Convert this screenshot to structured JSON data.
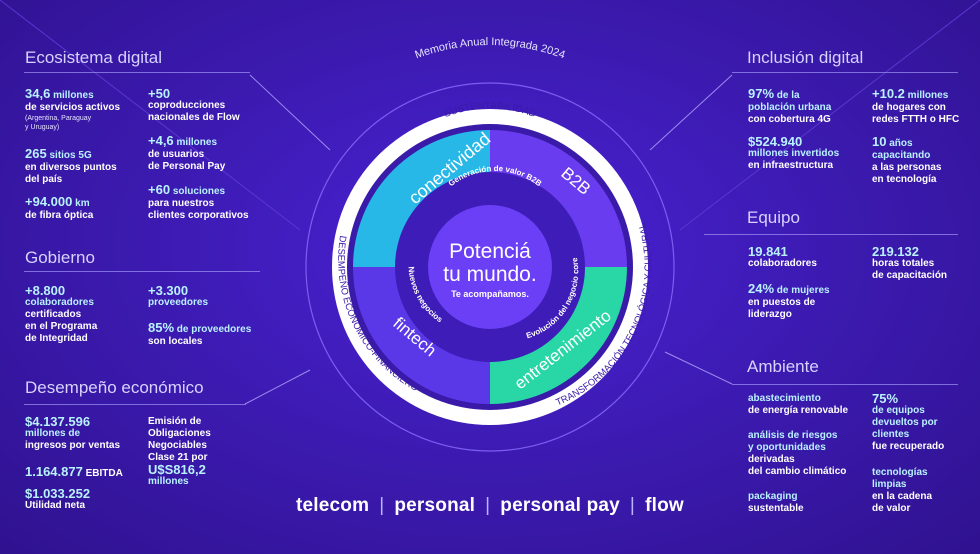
{
  "title": "Memoria Anual Integrada 2024",
  "center": {
    "line1": "Potenciá",
    "line2": "tu mundo.",
    "tagline": "Te acompañamos."
  },
  "quadrants": {
    "tl": "conectividad",
    "tr": "B2B",
    "bl": "fintech",
    "br": "entretenimiento"
  },
  "inner_ring": {
    "top": "Generación de valor B2B",
    "right": "Evolución del negocio core",
    "left": "Nuevos negocios"
  },
  "outer_ring": {
    "top": "SUSTENTABILIDAD",
    "left": "DESEMPEÑO ECONÓMICO-FINANCIERO",
    "right": "TRANSFORMACIÓN TECNOLÓGICA Y CULTURAL"
  },
  "sections": {
    "ecosistema": {
      "title": "Ecosistema digital",
      "a1": "34,6",
      "a1u": " millones",
      "a2": "de servicios activos",
      "a3": "(Argentina, Paraguay",
      "a4": "y Uruguay)",
      "b1": "265",
      "b1u": " sitios 5G",
      "b2": "en diversos puntos",
      "b3": "del país",
      "c1": "+94.000",
      "c1u": " km",
      "c2": "de fibra óptica",
      "d1": "+50",
      "d2": "coproducciones",
      "d3": "nacionales de Flow",
      "e1": "+4,6",
      "e1u": " millones",
      "e2": "de usuarios",
      "e3": "de Personal Pay",
      "f1": "+60",
      "f1u": " soluciones",
      "f2": "para nuestros",
      "f3": "clientes corporativos"
    },
    "gobierno": {
      "title": "Gobierno",
      "a1": "+8.800",
      "a2": "colaboradores",
      "a3": "certificados",
      "a4": "en el Programa",
      "a5": "de Integridad",
      "b1": "+3.300",
      "b2": "proveedores",
      "c1": "85%",
      "c1u": " de proveedores",
      "c2": "son locales"
    },
    "economico": {
      "title": "Desempeño económico",
      "a1": "$4.137.596",
      "a2": "millones de",
      "a3": "ingresos por ventas",
      "b1": "1.164.877",
      "b1u": " EBITDA",
      "c1": "$1.033.252",
      "c2": "Utilidad neta",
      "d1": "Emisión de",
      "d2": "Obligaciones",
      "d3": "Negociables",
      "d4": "Clase 21 por",
      "d5": "U$S816,2",
      "d6": "millones"
    },
    "inclusion": {
      "title": "Inclusión digital",
      "a1": "97%",
      "a1u": " de la",
      "a2": "población urbana",
      "a3": "con cobertura 4G",
      "b1": "$524.940",
      "b2": "millones invertidos",
      "b3": "en infraestructura",
      "c1": "+10.2",
      "c1u": " millones",
      "c2": "de hogares con",
      "c3": "redes FTTH o HFC",
      "d1": "10",
      "d1u": " años",
      "d2": "capacitando",
      "d3": "a las personas",
      "d4": "en tecnología"
    },
    "equipo": {
      "title": "Equipo",
      "a1": "19.841",
      "a2": "colaboradores",
      "b1": "24%",
      "b1u": " de mujeres",
      "b2": "en puestos de",
      "b3": "liderazgo",
      "c1": "219.132",
      "c2": "horas totales",
      "c3": "de capacitación"
    },
    "ambiente": {
      "title": "Ambiente",
      "a1": "abastecimiento",
      "a2": "de energía renovable",
      "b1": "análisis de riesgos",
      "b2": "y oportunidades",
      "b3": "derivadas",
      "b4": "del cambio climático",
      "c1": "packaging",
      "c2": "sustentable",
      "d1": "75%",
      "d2": "de equipos",
      "d3": "devueltos por",
      "d4": "clientes",
      "d5": "fue recuperado",
      "e1": "tecnologías",
      "e2": "limpias",
      "e3": "en la cadena",
      "e4": "de valor"
    }
  },
  "brands": [
    "telecom",
    "personal",
    "personal pay",
    "flow"
  ],
  "colors": {
    "bg": "#3a1aa8",
    "cyan": "#27b8e8",
    "violet": "#6a3cf0",
    "green": "#28d6a6",
    "accent": "#b9f2ff"
  }
}
